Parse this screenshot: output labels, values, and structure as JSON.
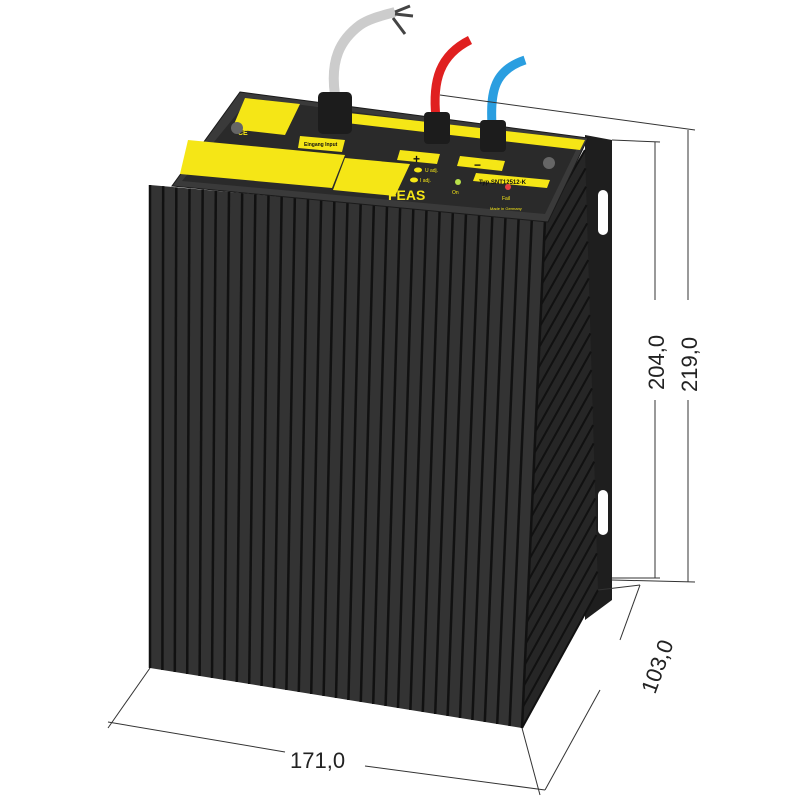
{
  "product": {
    "brand": "FEAS",
    "type_label": "Typ  SNT12512-K",
    "input_label": "Eingang Input",
    "plus_label": "+",
    "minus_label": "−",
    "u_adj_label": "U adj.",
    "i_adj_label": "I adj.",
    "on_label": "On",
    "fail_label": "Fail",
    "made_in": "Made in Germany",
    "ce_mark": "CE",
    "colors": {
      "body": "#2b2b2b",
      "label": "#f5e616",
      "cable_pos": "#e02020",
      "cable_neg": "#2a9ee0",
      "led_on": "#b8e04a",
      "led_fail": "#e84040"
    }
  },
  "dimensions": {
    "width": "171,0",
    "depth": "103,0",
    "height_inner": "204,0",
    "height_total": "219,0"
  }
}
